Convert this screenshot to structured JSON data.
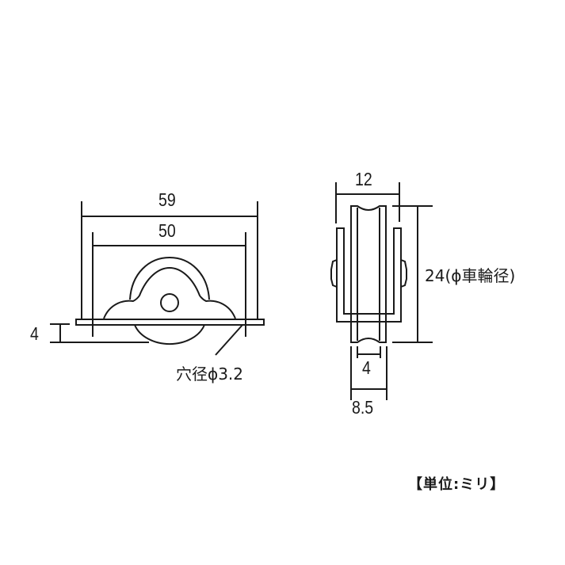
{
  "front_view": {
    "dim_overall_width": "59",
    "dim_mount_hole_pitch": "50",
    "dim_wheel_protrusion": "4",
    "hole_diameter_label": "穴径ϕ3.2"
  },
  "side_view": {
    "dim_overall_depth": "12",
    "dim_wheel_diameter": "24(ϕ車輪径)",
    "dim_wheel_groove_width": "4",
    "dim_bracket_bottom_width": "8.5"
  },
  "unit_label": "【単位:ミリ】",
  "colors": {
    "line": "#1a1a1a",
    "background": "#ffffff"
  }
}
